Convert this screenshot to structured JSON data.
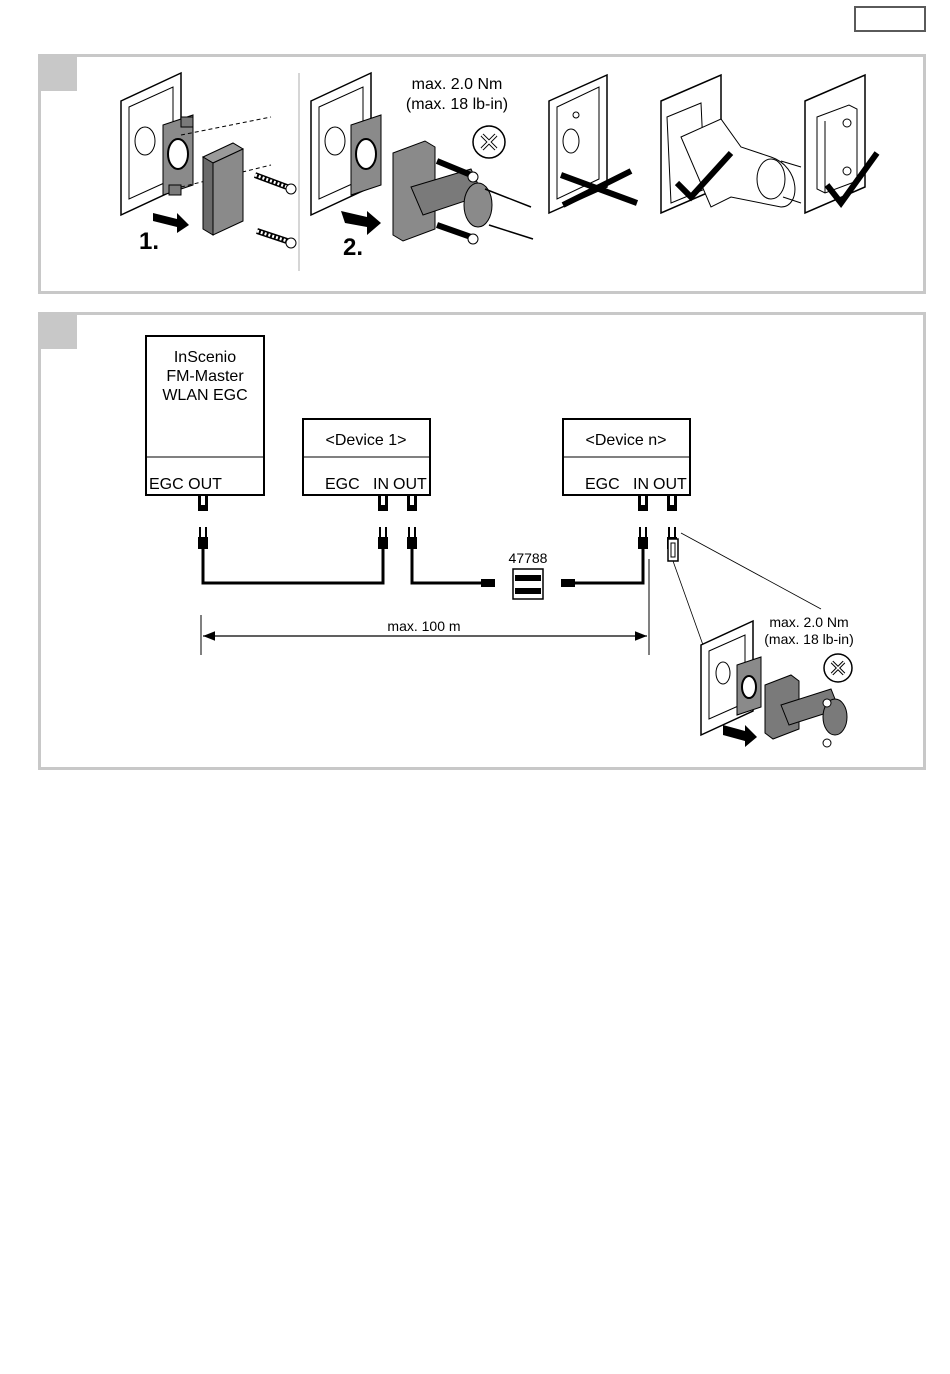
{
  "panel1": {
    "steps": [
      "1.",
      "2."
    ],
    "torque_line1": "max. 2.0 Nm",
    "torque_line2": "(max. 18 lb-in)"
  },
  "panel2": {
    "master": {
      "line1": "InScenio",
      "line2": "FM-Master",
      "line3": "WLAN EGC",
      "port_label": "EGC OUT"
    },
    "device1": {
      "title": "<Device 1>",
      "port_egc": "EGC",
      "port_in": "IN",
      "port_out": "OUT"
    },
    "device_n": {
      "title": "<Device n>",
      "port_egc": "EGC",
      "port_in": "IN",
      "port_out": "OUT"
    },
    "coupler_label": "47788",
    "distance_label": "max. 100 m",
    "torque_line1": "max. 2.0 Nm",
    "torque_line2": "(max. 18 lb-in)"
  },
  "colors": {
    "panel_border": "#c8c8c8",
    "part_fill": "#7a7a7a",
    "line": "#000000"
  }
}
